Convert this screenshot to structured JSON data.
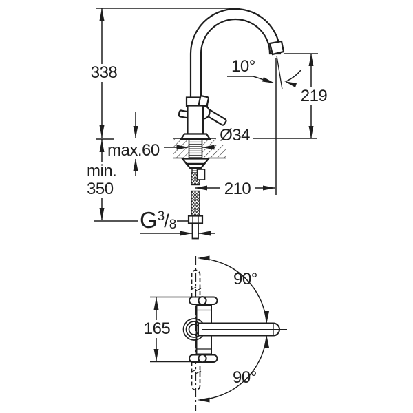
{
  "drawing": {
    "title": "faucet-installation-dimension-drawing",
    "line_color": "#1e1e1e",
    "background": "#ffffff",
    "front_view": {
      "spout_height": "338",
      "min_label": "min.",
      "min_value": "350",
      "max_deck_thickness": "max.60",
      "hole_diameter": "Ø34",
      "outlet_angle": "10°",
      "outlet_height": "219",
      "spout_reach": "210",
      "thread_g": "G",
      "thread_numerator": "3",
      "thread_slash": "/",
      "thread_denominator": "8"
    },
    "top_view": {
      "handle_span": "165",
      "swivel_upper": "90°",
      "swivel_lower": "90°"
    }
  }
}
